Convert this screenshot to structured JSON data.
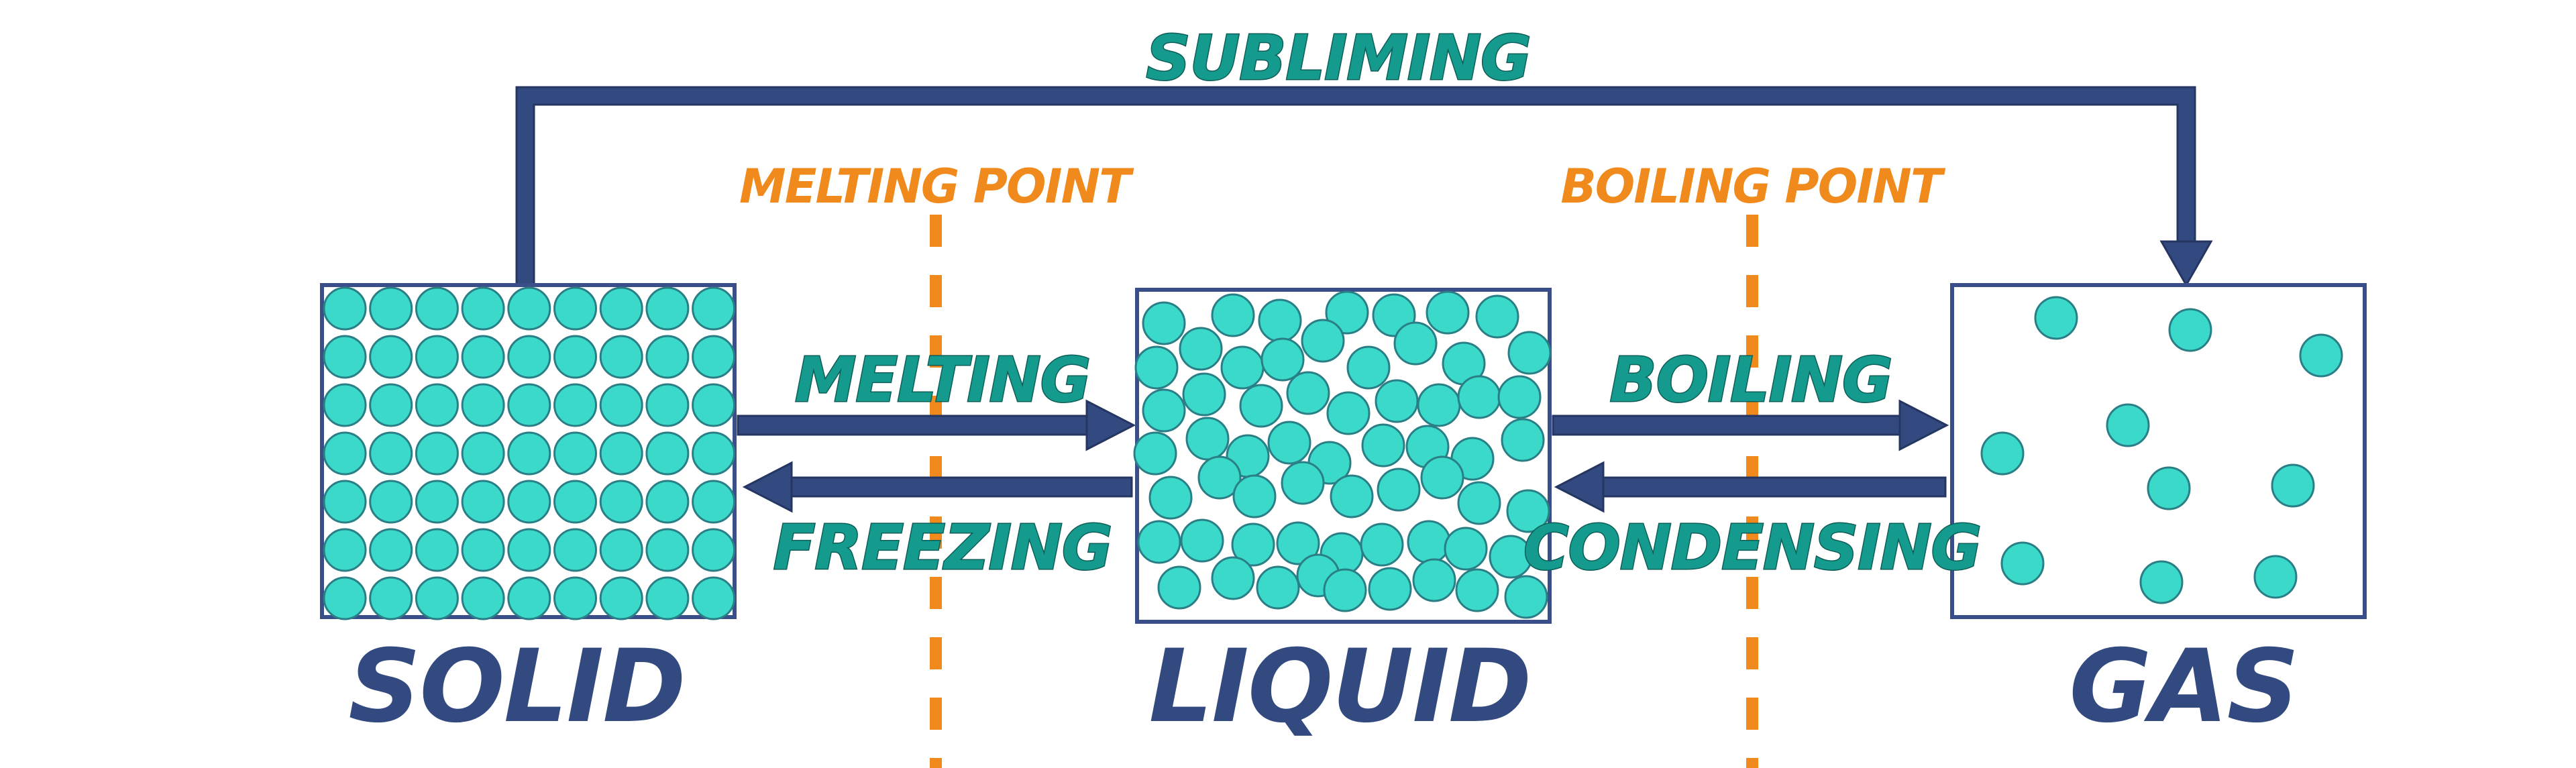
{
  "states": {
    "solid": "SOLID",
    "liquid": "LIQUID",
    "gas": "GAS"
  },
  "processes": {
    "subliming": "SUBLIMING",
    "melting": "MELTING",
    "freezing": "FREEZING",
    "boiling": "BOILING",
    "condensing": "CONDENSING"
  },
  "points": {
    "melting_point": "MELTING POINT",
    "boiling_point": "BOILING POINT"
  },
  "colors": {
    "state_text": "#324a7f",
    "process_text": "#159a8e",
    "point_text": "#f08a1c",
    "arrow": "#324a7f",
    "particle_fill": "#3bd9c9",
    "particle_stroke": "#2a7f86",
    "box_stroke": "#3a4e8a",
    "dashed_line": "#f08a1c"
  }
}
